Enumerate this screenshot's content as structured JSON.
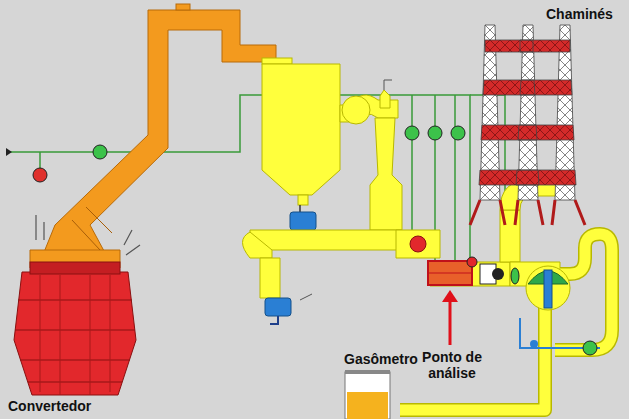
{
  "diagram": {
    "labels": [
      "Chaminés",
      "Convertedor",
      "Gasômetro",
      "Ponto de análise"
    ]
  }
}
